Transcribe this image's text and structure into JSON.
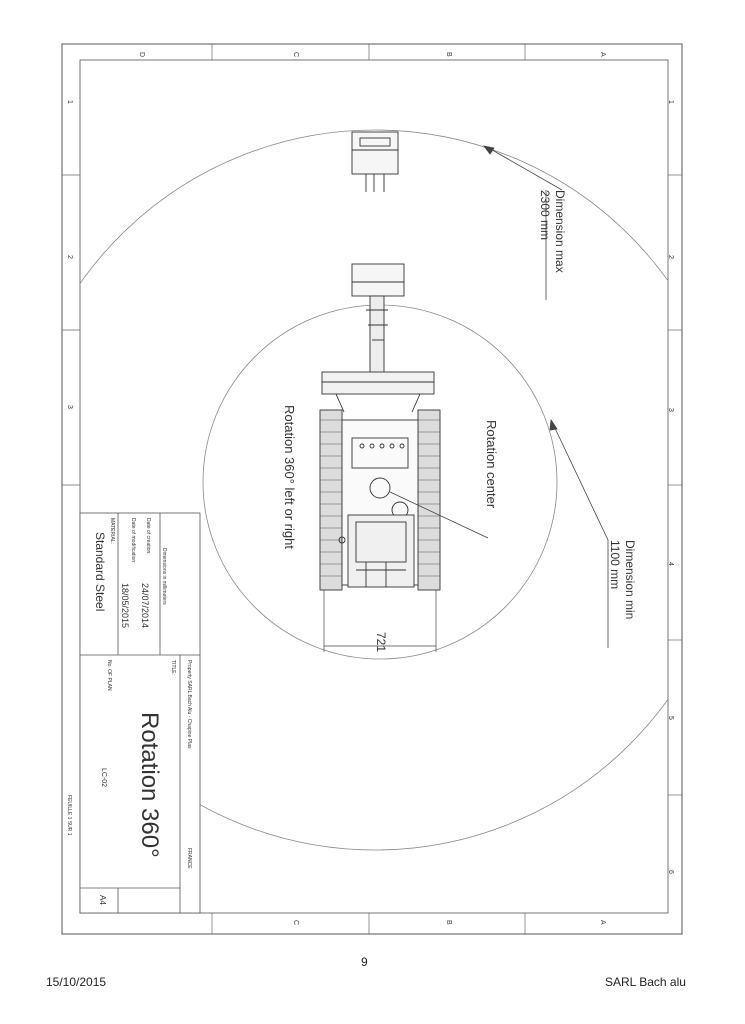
{
  "border": {
    "top_letters": [
      "D",
      "C",
      "B",
      "A"
    ],
    "bottom_letters": [
      "C",
      "B",
      "A"
    ],
    "side_numbers": [
      "1",
      "2",
      "3",
      "4",
      "5",
      "6"
    ]
  },
  "annotations": {
    "dimension_max_line1": "Dimension max",
    "dimension_max_line2": "2300 mm",
    "dimension_min_line1": "Dimension min",
    "dimension_min_line2": "1100 mm",
    "rotation_center": "Rotation center",
    "rotation_label": "Rotation 360° left or right",
    "width_dimension": "721"
  },
  "title_block": {
    "units_note": "Dimensions in millimeters",
    "creation_label": "Date of creation:",
    "creation_value": "24/07/2014",
    "modification_label": "Date of modification:",
    "modification_value": "18/05/2015",
    "material_label": "MATERIAL:",
    "material_value": "Standard Steel",
    "property_note": "Property SARL Bach Alu - Chapine Plas",
    "country": "FRANCE",
    "title_label": "TITLE:",
    "title_value": "Rotation 360°",
    "plan_label": "No. OF PLAN",
    "plan_value": "LC-02",
    "sheet_note": "FEUILLE 1 SUR 1",
    "size": "A4"
  },
  "footer": {
    "date": "15/10/2015",
    "page": "9",
    "company": "SARL Bach alu"
  }
}
